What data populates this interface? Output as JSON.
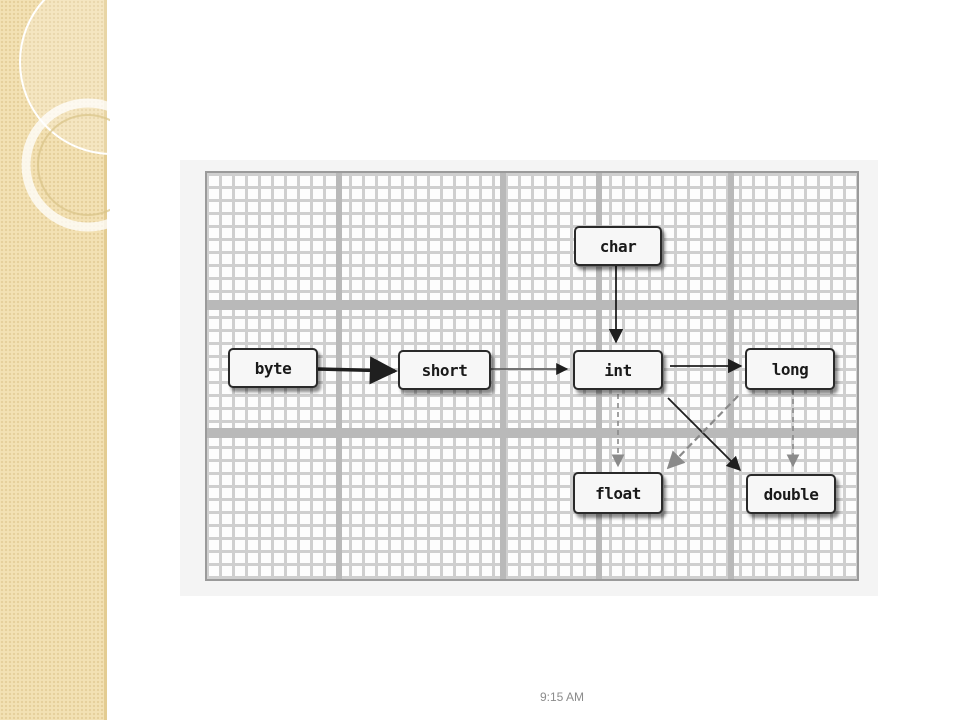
{
  "slide": {
    "footer_time": "9:15 AM"
  },
  "diagram": {
    "nodes": {
      "char": "char",
      "byte": "byte",
      "short": "short",
      "int": "int",
      "long": "long",
      "float": "float",
      "double": "double"
    },
    "colors": {
      "node_border": "#2a2a2a",
      "solid_arrow": "#1f1f1f",
      "dashed_arrow": "#8a8a8a",
      "grid": "#c8c8c8",
      "side_band": "#f3e1b4"
    }
  }
}
